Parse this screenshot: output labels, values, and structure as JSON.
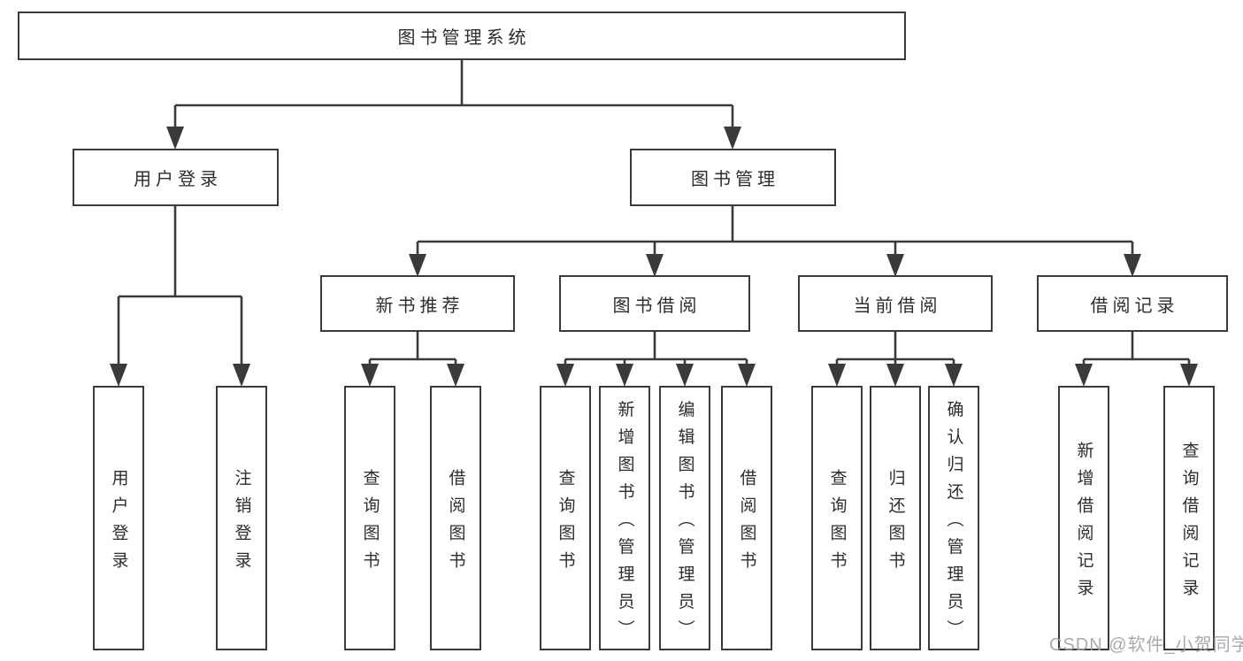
{
  "title": "图书管理系统",
  "colors": {
    "line": "#3a3a3a",
    "box_border": "#3a3a3a",
    "text": "#2d2d2d",
    "watermark": "#9aa0a6",
    "background": "#ffffff"
  },
  "root": {
    "label": "图书管理系统"
  },
  "level2": [
    {
      "id": "user-login",
      "label": "用户登录",
      "parent": "图书管理系统"
    },
    {
      "id": "book-management",
      "label": "图书管理",
      "parent": "图书管理系统"
    }
  ],
  "level3": [
    {
      "id": "new-books",
      "label": "新书推荐",
      "parent": "图书管理"
    },
    {
      "id": "book-borrowing",
      "label": "图书借阅",
      "parent": "图书管理"
    },
    {
      "id": "current-borrowing",
      "label": "当前借阅",
      "parent": "图书管理"
    },
    {
      "id": "borrow-records",
      "label": "借阅记录",
      "parent": "图书管理"
    }
  ],
  "leaves": {
    "user_login": [
      {
        "label": "用户登录"
      },
      {
        "label": "注销登录"
      }
    ],
    "new_books": [
      {
        "label": "查询图书"
      },
      {
        "label": "借阅图书"
      }
    ],
    "book_borrowing": [
      {
        "label": "查询图书"
      },
      {
        "label": "新增图书（管理员）"
      },
      {
        "label": "编辑图书（管理员）"
      },
      {
        "label": "借阅图书"
      }
    ],
    "current_borrowing": [
      {
        "label": "查询图书"
      },
      {
        "label": "归还图书"
      },
      {
        "label": "确认归还（管理员）"
      }
    ],
    "borrow_records": [
      {
        "label": "新增借阅记录"
      },
      {
        "label": "查询借阅记录"
      }
    ]
  },
  "watermark": {
    "text": "CSDN @软件_小贺同学"
  }
}
